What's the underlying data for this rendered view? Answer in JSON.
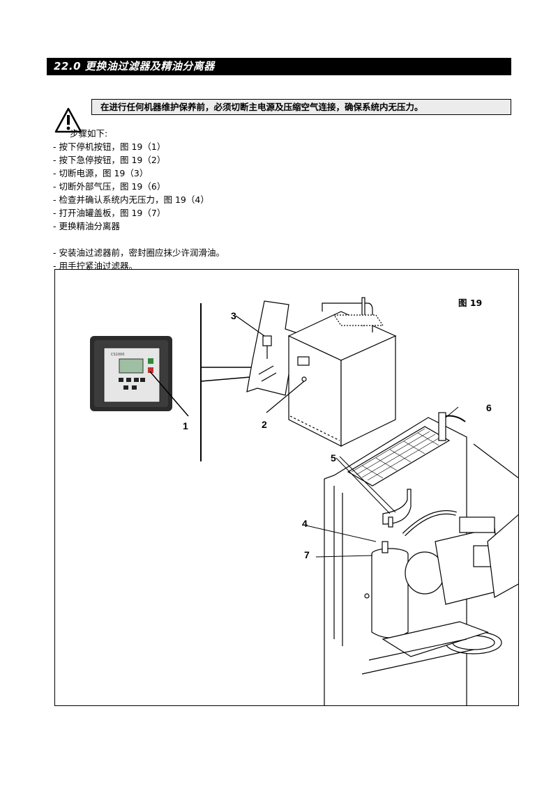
{
  "header": {
    "title": "22.0 更换油过滤器及精油分离器"
  },
  "warning": {
    "text": "在进行任何机器维护保养前，必须切断主电源及压缩空气连接，确保系统内无压力。",
    "icon": "warning-triangle-icon"
  },
  "steps": {
    "intro": "步骤如下:",
    "items": [
      "- 按下停机按钮，图 19（1）",
      "- 按下急停按钮，图 19（2）",
      "- 切断电源，图 19（3）",
      "- 切断外部气压，图 19（6）",
      "- 检查并确认系统内无压力，图 19（4）",
      "- 打开油罐盖板，图 19（7）",
      "- 更换精油分离器"
    ],
    "notes": [
      "- 安装油过滤器前，密封圈应抹少许润滑油。",
      "- 用手拧紧油过滤器。"
    ]
  },
  "figure": {
    "title": "图 19",
    "controller_label": "CS1000",
    "callouts": [
      "1",
      "2",
      "3",
      "4",
      "5",
      "6",
      "7"
    ]
  }
}
